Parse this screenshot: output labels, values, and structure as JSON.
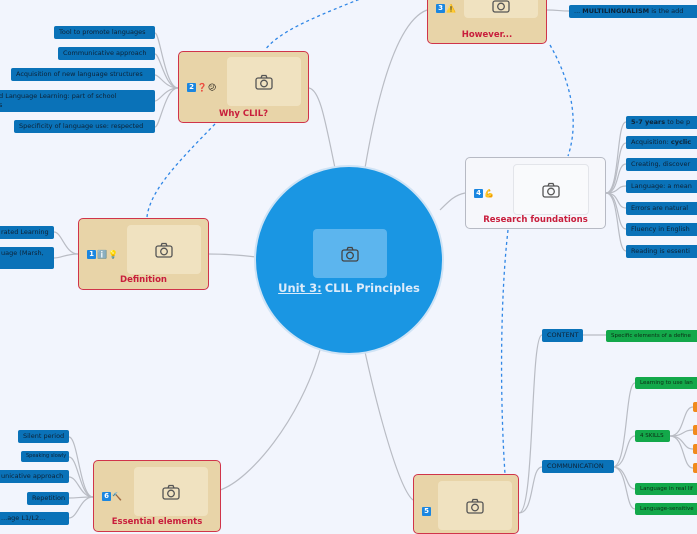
{
  "central": {
    "title_prefix": "Unit 3:",
    "title": "CLIL Principles"
  },
  "nodes": {
    "why": {
      "number": "2",
      "label": "Why CLIL?",
      "icons": [
        "question-icon",
        "confused-face-icon"
      ],
      "items": [
        "Tool to promote languages",
        "Communicative approach",
        "Acquisition of new language structures",
        "d Language Learning: part of school\ns",
        "Specificity of language use: respected"
      ]
    },
    "however": {
      "number": "3",
      "label": "However...",
      "icons": [
        "warning-icon"
      ],
      "items": [
        {
          "ellipsis": "...",
          "bold": "MULTILINGUALISM",
          "rest": "is the add"
        }
      ]
    },
    "research": {
      "number": "4",
      "label": "Research foundations",
      "icons": [
        "flexed-arm-icon"
      ],
      "items": [
        {
          "bold": "5-7 years",
          "rest": "to be p"
        },
        {
          "prefix": "Acquisition:",
          "bold": "cyclic"
        },
        {
          "rest": "Creating, discover"
        },
        {
          "rest": "Language: a mean"
        },
        {
          "rest": "Errors are natural"
        },
        {
          "rest": "Fluency in English"
        },
        {
          "rest": "Reading is essenti"
        }
      ]
    },
    "definition": {
      "number": "1",
      "label": "Definition",
      "icons": [
        "info-icon",
        "lightbulb-icon"
      ],
      "items": [
        "rated Learning",
        "uage (Marsh,"
      ]
    },
    "n6": {
      "number": "6",
      "label": "Essential elements",
      "icons": [
        "gavel-icon"
      ],
      "items": [
        "Silent period",
        "Speaking slowly",
        "unicative approach",
        "Repetition",
        "...age L1/L2..."
      ]
    },
    "n5": {
      "number": "5",
      "content": {
        "label": "CONTENT",
        "items": [
          "Specific elements of a define"
        ]
      },
      "communication": {
        "label": "COMMUNICATION",
        "items": [
          "Learning to use lan",
          "4 SKILLS",
          "Language in real lif",
          "Language-sensitive"
        ]
      }
    }
  }
}
